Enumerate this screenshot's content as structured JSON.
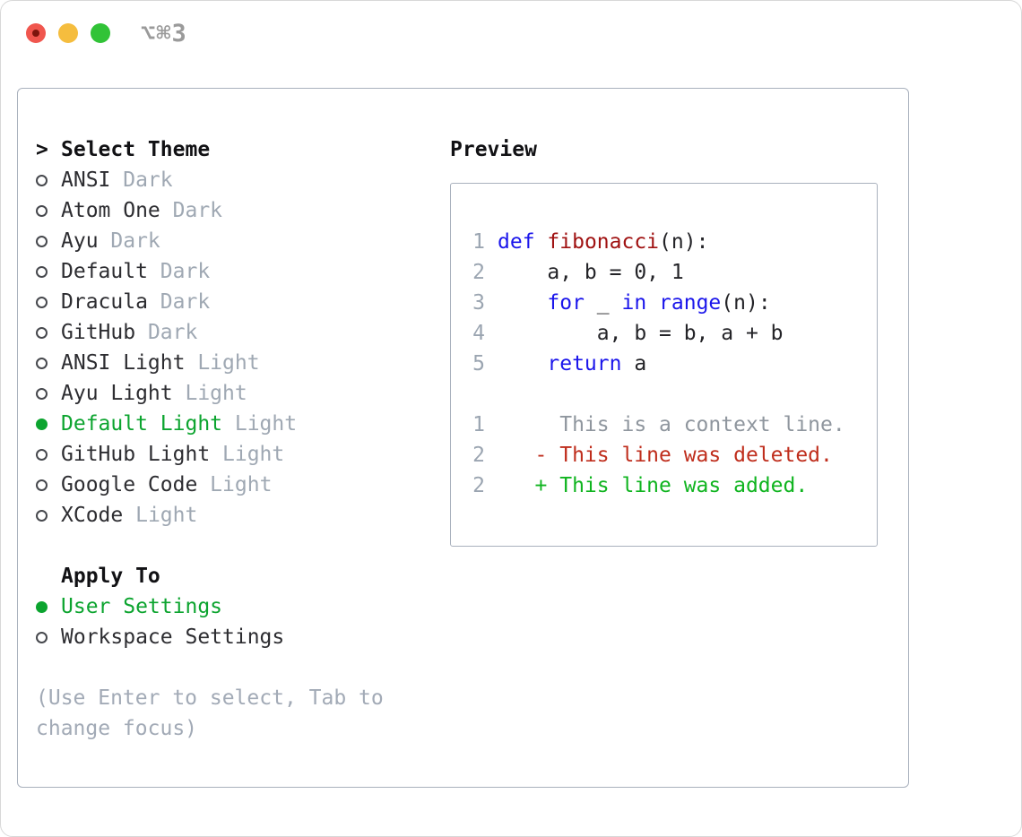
{
  "window": {
    "title": "⌥⌘3",
    "traffic_lights": [
      {
        "name": "close",
        "color": "#f0564e",
        "has_dot": true
      },
      {
        "name": "minimize",
        "color": "#f5bd3e",
        "has_dot": false
      },
      {
        "name": "zoom",
        "color": "#31c337",
        "has_dot": false
      }
    ]
  },
  "theme_selector": {
    "header": {
      "prefix": ">",
      "label": "Select Theme"
    },
    "themes": [
      {
        "name": "ANSI",
        "tag": "Dark",
        "selected": false
      },
      {
        "name": "Atom One",
        "tag": "Dark",
        "selected": false
      },
      {
        "name": "Ayu",
        "tag": "Dark",
        "selected": false
      },
      {
        "name": "Default",
        "tag": "Dark",
        "selected": false
      },
      {
        "name": "Dracula",
        "tag": "Dark",
        "selected": false
      },
      {
        "name": "GitHub",
        "tag": "Dark",
        "selected": false
      },
      {
        "name": "ANSI Light",
        "tag": "Light",
        "selected": false
      },
      {
        "name": "Ayu Light",
        "tag": "Light",
        "selected": false
      },
      {
        "name": "Default Light",
        "tag": "Light",
        "selected": true
      },
      {
        "name": "GitHub Light",
        "tag": "Light",
        "selected": false
      },
      {
        "name": "Google Code",
        "tag": "Light",
        "selected": false
      },
      {
        "name": "XCode",
        "tag": "Light",
        "selected": false
      }
    ],
    "apply_to": {
      "label": "Apply To",
      "options": [
        {
          "name": "User Settings",
          "selected": true
        },
        {
          "name": "Workspace Settings",
          "selected": false
        }
      ]
    },
    "hint": "(Use Enter to select, Tab to change focus)"
  },
  "preview": {
    "label": "Preview",
    "lines": [
      {
        "num": "1",
        "tokens": [
          {
            "t": "def",
            "c": "kw"
          },
          {
            "t": " ",
            "c": "pl"
          },
          {
            "t": "fibonacci",
            "c": "fn"
          },
          {
            "t": "(n):",
            "c": "pl"
          }
        ]
      },
      {
        "num": "2",
        "tokens": [
          {
            "t": "    a, b = 0, 1",
            "c": "pl"
          }
        ]
      },
      {
        "num": "3",
        "tokens": [
          {
            "t": "    ",
            "c": "pl"
          },
          {
            "t": "for",
            "c": "kw"
          },
          {
            "t": " _ ",
            "c": "pl"
          },
          {
            "t": "in",
            "c": "kw"
          },
          {
            "t": " ",
            "c": "pl"
          },
          {
            "t": "range",
            "c": "kw"
          },
          {
            "t": "(n):",
            "c": "pl"
          }
        ]
      },
      {
        "num": "4",
        "tokens": [
          {
            "t": "        a, b = b, a + b",
            "c": "pl"
          }
        ]
      },
      {
        "num": "5",
        "tokens": [
          {
            "t": "    ",
            "c": "pl"
          },
          {
            "t": "return",
            "c": "kw"
          },
          {
            "t": " a",
            "c": "pl"
          }
        ]
      },
      {
        "num": "",
        "tokens": []
      },
      {
        "num": "1",
        "tokens": [
          {
            "t": "     This is a context line.",
            "c": "ctx"
          }
        ]
      },
      {
        "num": "2",
        "tokens": [
          {
            "t": "   - This line was deleted.",
            "c": "del"
          }
        ]
      },
      {
        "num": "2",
        "tokens": [
          {
            "t": "   + This line was added.",
            "c": "add"
          }
        ]
      }
    ]
  },
  "colors": {
    "selection_green": "#0ca42f",
    "added_green": "#0fb41f",
    "deleted_red": "#bf2d1c",
    "keyword_blue": "#1b16eb",
    "function_red": "#a01212",
    "muted_gray": "#9fa8b3",
    "border_gray": "#a9b1bd",
    "traffic_red": "#f0564e",
    "traffic_yellow": "#f5bd3e",
    "traffic_green": "#31c337"
  }
}
